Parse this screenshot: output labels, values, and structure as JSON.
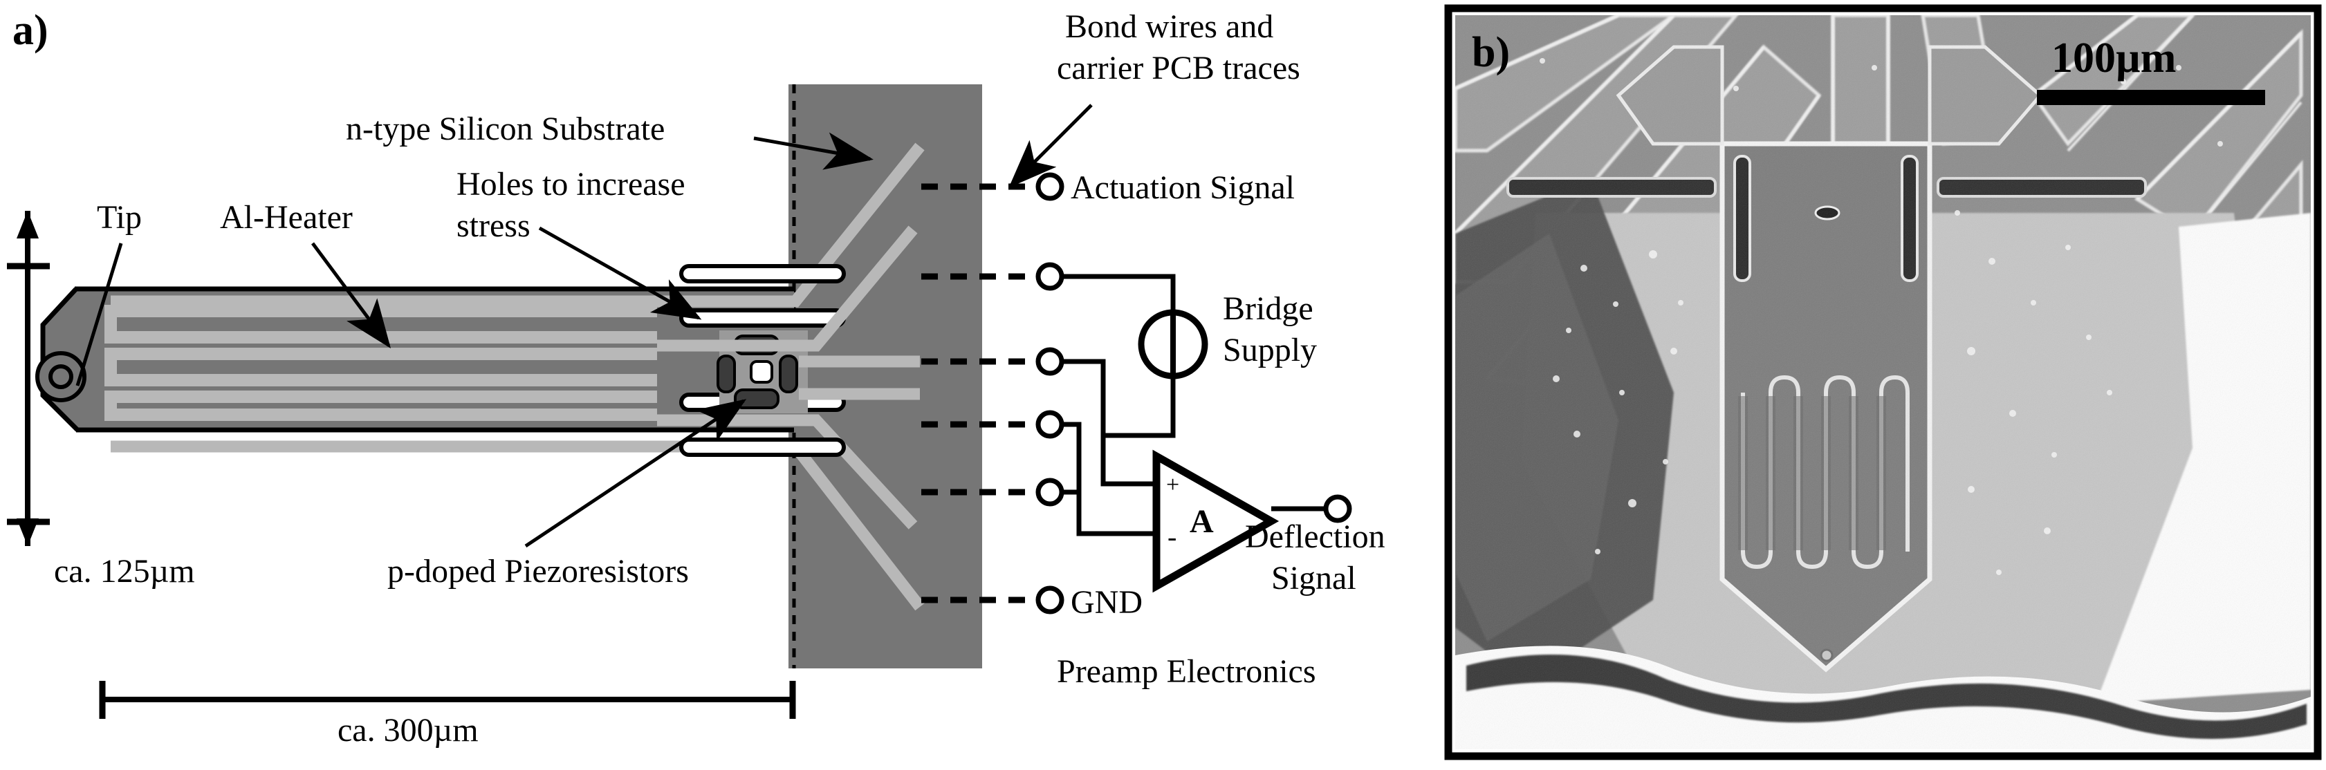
{
  "figure": {
    "panel_a_label": "a)",
    "panel_b_label": "b)",
    "type": "schematic + SEM micrograph of a piezoresistive AFM cantilever"
  },
  "panel_a": {
    "labels": {
      "tip": "Tip",
      "al_heater": "Al-Heater",
      "substrate": "n-type Silicon Substrate",
      "holes_line1": "Holes to increase",
      "holes_line2": "stress",
      "bond_line1": "Bond wires and",
      "bond_line2": "carrier PCB traces",
      "piezoresistors": "p-doped Piezoresistors",
      "width_dim": "ca. 125µm",
      "length_dim": "ca. 300µm"
    },
    "circuit": {
      "actuation_signal": "Actuation Signal",
      "bridge_supply_line1": "Bridge",
      "bridge_supply_line2": "Supply",
      "amplifier_symbol": "A",
      "amp_plus": "+",
      "amp_minus": "-",
      "deflection_line1": "Deflection",
      "deflection_line2": "Signal",
      "gnd": "GND",
      "preamp": "Preamp Electronics",
      "terminal_count": 6
    },
    "colors": {
      "substrate_gray": "#767676",
      "metal_light": "#b8b8b8",
      "piezo_dark": "#3b3b3b",
      "hole_white": "#ffffff",
      "outline": "#000000"
    }
  },
  "panel_b": {
    "scale_bar_label": "100µm",
    "colors": {
      "sem_background": "#8c8c8c",
      "sem_bright": "#d8d8d8",
      "sem_dark": "#3a3a3a",
      "border": "#000000"
    }
  }
}
